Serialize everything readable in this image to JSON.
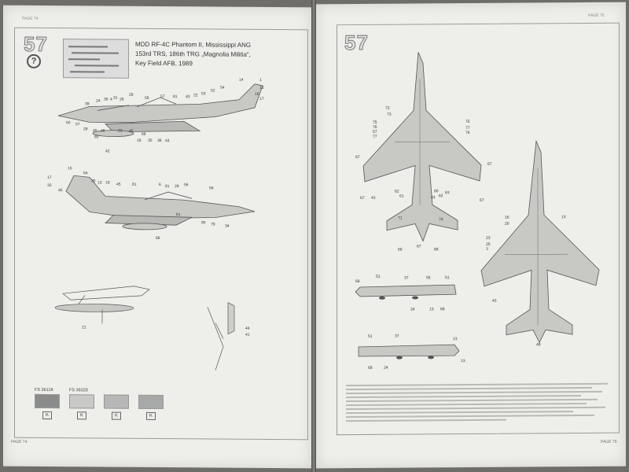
{
  "left_page": {
    "step": "57",
    "help": "?",
    "header": "PAGE 74",
    "footer": "PAGE 74",
    "title_lines": [
      "MDD RF-4C Phantom II, Mississippi ANG",
      "153rd TRS, 186th TRG „Magnolia Militia“,",
      "Key Field AFB, 1989"
    ],
    "callouts_side1": [
      "14",
      "29",
      "31",
      "57",
      "81",
      "43",
      "22",
      "53",
      "52",
      "54",
      "39",
      "24",
      "30",
      "4",
      "26",
      "56",
      "1",
      "13",
      "16",
      "17",
      "50",
      "57",
      "45",
      "46",
      "23",
      "45",
      "16",
      "35",
      "36",
      "44",
      "66",
      "28",
      "65",
      "42"
    ],
    "callouts_side2": [
      "15",
      "64",
      "35",
      "13",
      "19",
      "45",
      "81",
      "6",
      "81",
      "29",
      "56",
      "56",
      "17",
      "32",
      "45",
      "85",
      "79",
      "34",
      "66",
      "61"
    ],
    "callouts_tank": [
      "21"
    ],
    "callouts_fin": [
      "44",
      "41"
    ],
    "swatches": [
      {
        "code": "FS 36118",
        "color": "#8a8c8c",
        "icon": "K"
      },
      {
        "code": "FS 36320",
        "color": "#c9cac8",
        "icon": "K"
      },
      {
        "code": "",
        "color": "#b6b7b6",
        "icon": "K"
      },
      {
        "code": "",
        "color": "#a7a8a8",
        "icon": "K"
      }
    ]
  },
  "right_page": {
    "step": "57",
    "header": "PAGE 75",
    "footer": "PAGE 75",
    "callouts_top": [
      "72",
      "73",
      "75",
      "76",
      "57",
      "77",
      "75",
      "77",
      "76",
      "67",
      "67",
      "67",
      "67",
      "62",
      "61",
      "60",
      "62",
      "63",
      "43",
      "43",
      "71",
      "74",
      "69",
      "67",
      "68"
    ],
    "callouts_bottom": [
      "16",
      "20",
      "23",
      "25",
      "3",
      "43",
      "13",
      "48"
    ],
    "callouts_pod1": [
      "68",
      "51",
      "37",
      "55",
      "51",
      "24",
      "13",
      "68"
    ],
    "callouts_pod2": [
      "51",
      "37",
      "13",
      "68",
      "24",
      "13"
    ]
  }
}
